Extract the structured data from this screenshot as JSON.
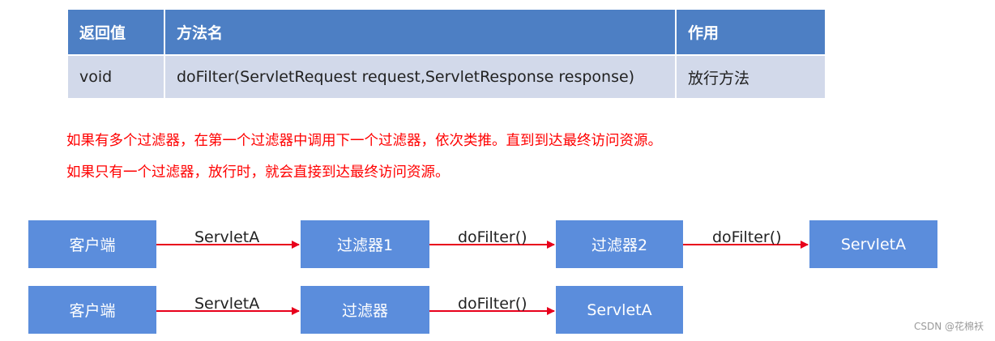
{
  "table": {
    "headers": [
      "返回值",
      "方法名",
      "作用"
    ],
    "rows": [
      [
        "void",
        "doFilter(ServletRequest request,ServletResponse response)",
        "放行方法"
      ]
    ]
  },
  "notes": [
    "如果有多个过滤器，在第一个过滤器中调用下一个过滤器，依次类推。直到到达最终访问资源。",
    "如果只有一个过滤器，放行时，就会直接到达最终访问资源。"
  ],
  "flows": [
    {
      "nodes": [
        "客户端",
        "过滤器1",
        "过滤器2",
        "ServletA"
      ],
      "edges": [
        "ServletA",
        "doFilter()",
        "doFilter()"
      ]
    },
    {
      "nodes": [
        "客户端",
        "过滤器",
        "ServletA"
      ],
      "edges": [
        "ServletA",
        "doFilter()"
      ]
    }
  ],
  "watermark": "CSDN @花棉袄",
  "colors": {
    "header_bg": "#4d7fc4",
    "cell_bg": "#d2d9ea",
    "note_text": "#ff0000",
    "box_bg": "#5b8ddc",
    "arrow": "#e8001c"
  }
}
